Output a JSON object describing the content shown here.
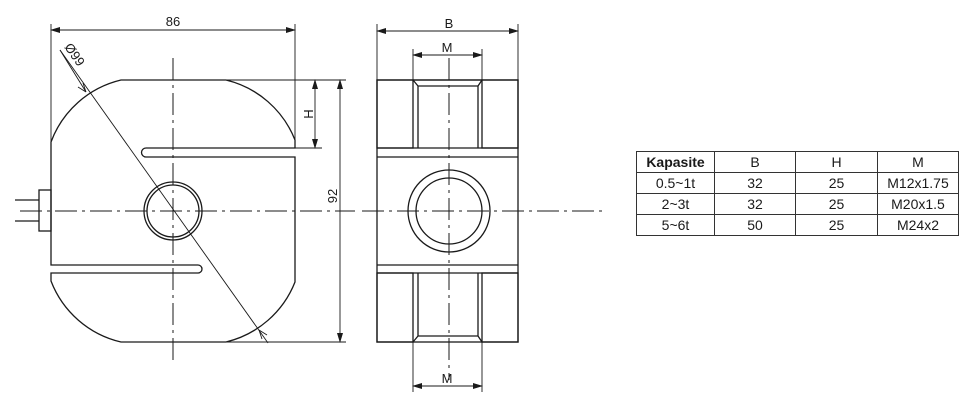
{
  "drawing": {
    "front_view": {
      "width_dim": "86",
      "diameter_dim": "Ø99",
      "height_dim": "92",
      "h_dim": "H"
    },
    "side_view": {
      "b_dim": "B",
      "m_top_dim": "M",
      "m_bottom_dim": "M"
    }
  },
  "table": {
    "headers": [
      "Kapasite",
      "B",
      "H",
      "M"
    ],
    "rows": [
      [
        "0.5~1t",
        "32",
        "25",
        "M12x1.75"
      ],
      [
        "2~3t",
        "32",
        "25",
        "M20x1.5"
      ],
      [
        "5~6t",
        "50",
        "25",
        "M24x2"
      ]
    ]
  }
}
